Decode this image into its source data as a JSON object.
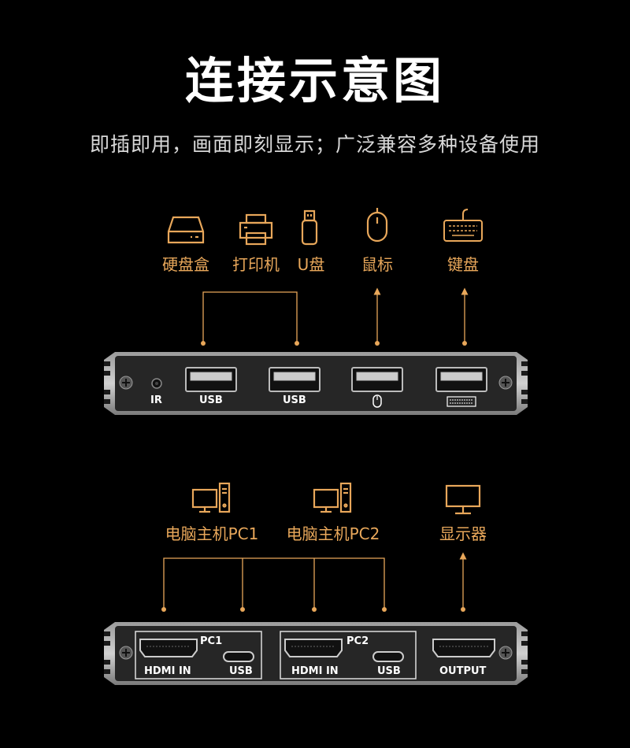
{
  "header": {
    "title": "连接示意图",
    "subtitle": "即插即用，画面即刻显示；广泛兼容多种设备使用"
  },
  "top_section": {
    "peripherals": [
      {
        "label": "硬盘盒",
        "icon": "hard-drive-icon"
      },
      {
        "label": "打印机",
        "icon": "printer-icon"
      },
      {
        "label": "U盘",
        "icon": "usb-drive-icon"
      },
      {
        "label": "鼠标",
        "icon": "mouse-icon"
      },
      {
        "label": "键盘",
        "icon": "keyboard-icon"
      }
    ],
    "device_ports": {
      "ir": "IR",
      "usb1": "USB",
      "usb2": "USB"
    }
  },
  "bottom_section": {
    "sources": [
      {
        "label": "电脑主机PC1",
        "icon": "computer-icon"
      },
      {
        "label": "电脑主机PC2",
        "icon": "computer-icon"
      },
      {
        "label": "显示器",
        "icon": "monitor-icon"
      }
    ],
    "device_ports": {
      "pc1": "PC1",
      "pc2": "PC2",
      "hdmi_in_1": "HDMI IN",
      "usb_1": "USB",
      "hdmi_in_2": "HDMI IN",
      "usb_2": "USB",
      "output": "OUTPUT"
    }
  },
  "colors": {
    "accent": "#e8a75a",
    "background": "#000000",
    "device_body": "#2a2a2a"
  }
}
